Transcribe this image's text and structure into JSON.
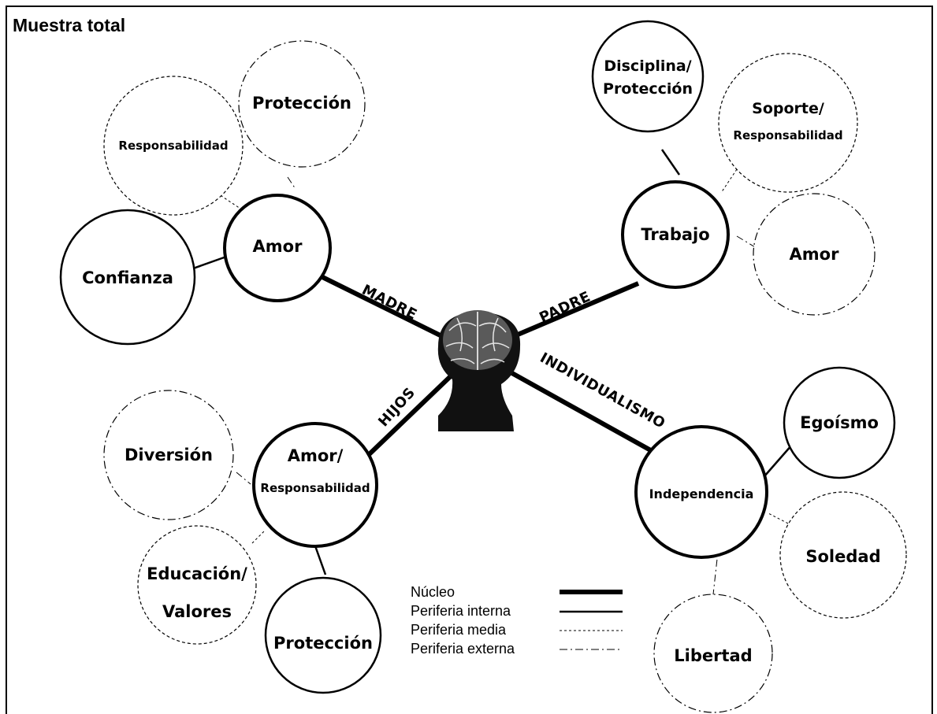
{
  "title": "Muestra total",
  "center_icon": "head-brain-icon",
  "axes": {
    "madre": "MADRE",
    "padre": "PADRE",
    "hijos": "HIJOS",
    "individualismo": "INDIVIDUALISMO"
  },
  "madre": {
    "core": "Amor",
    "inner": "Confianza",
    "media": "Responsabilidad",
    "externa": "Protección"
  },
  "padre": {
    "core": "Trabajo",
    "inner": [
      "Disciplina/",
      "Protección"
    ],
    "media": [
      "Soporte/",
      "Responsabilidad"
    ],
    "externa": "Amor"
  },
  "hijos": {
    "core": [
      "Amor/",
      "Responsabilidad"
    ],
    "inner": "Protección",
    "media": [
      "Educación/",
      "Valores"
    ],
    "externa": "Diversión"
  },
  "individualismo": {
    "core": "Independencia",
    "inner": "Egoísmo",
    "media": "Soledad",
    "externa": "Libertad"
  },
  "legend": {
    "nucleo": "Núcleo",
    "interna": "Periferia interna",
    "media": "Periferia media",
    "externa": "Periferia externa"
  }
}
